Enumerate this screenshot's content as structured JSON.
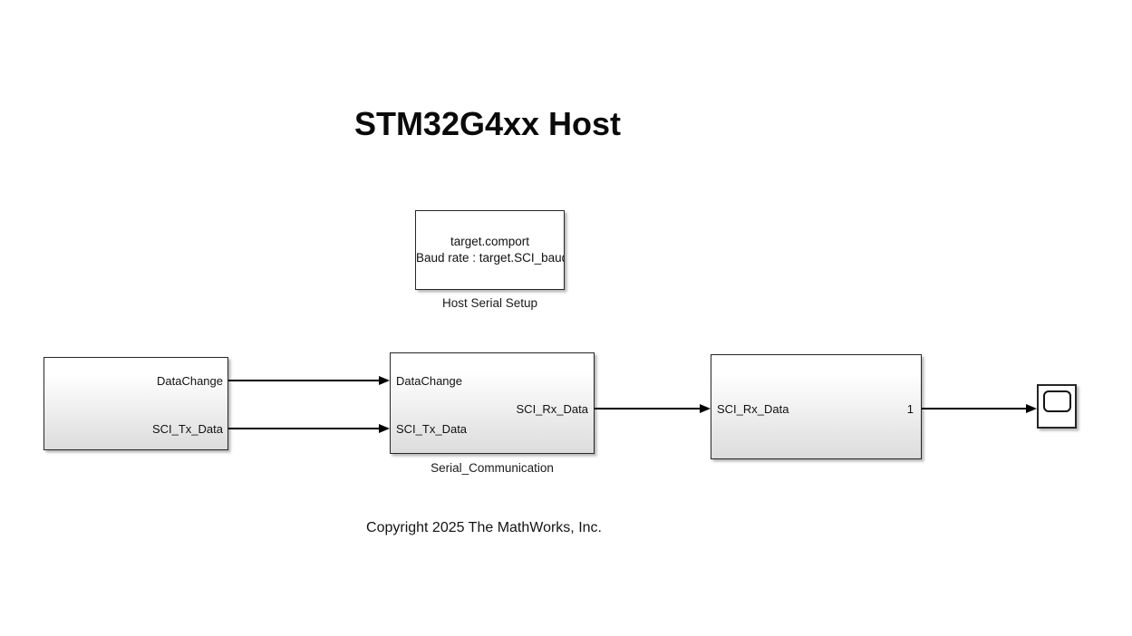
{
  "title": "STM32G4xx Host",
  "copyright": "Copyright 2025 The MathWorks, Inc.",
  "colors": {
    "background": "#ffffff",
    "block_border": "#262626",
    "block_fill_top": "#ffffff",
    "block_fill_bottom": "#dcdcdc",
    "signal_line": "#000000"
  },
  "blocks": {
    "host_serial_setup": {
      "text_line1": "target.comport",
      "text_line2": "Baud rate : target.SCI_baud_rate",
      "label": "Host Serial Setup"
    },
    "source": {
      "out_ports": [
        "DataChange",
        "SCI_Tx_Data"
      ]
    },
    "serial_communication": {
      "label": "Serial_Communication",
      "in_ports": [
        "DataChange",
        "SCI_Tx_Data"
      ],
      "out_ports": [
        "SCI_Rx_Data"
      ]
    },
    "receiver": {
      "in_ports": [
        "SCI_Rx_Data"
      ],
      "out_ports": [
        "1"
      ]
    },
    "scope": {
      "icon": "scope-screen"
    }
  }
}
